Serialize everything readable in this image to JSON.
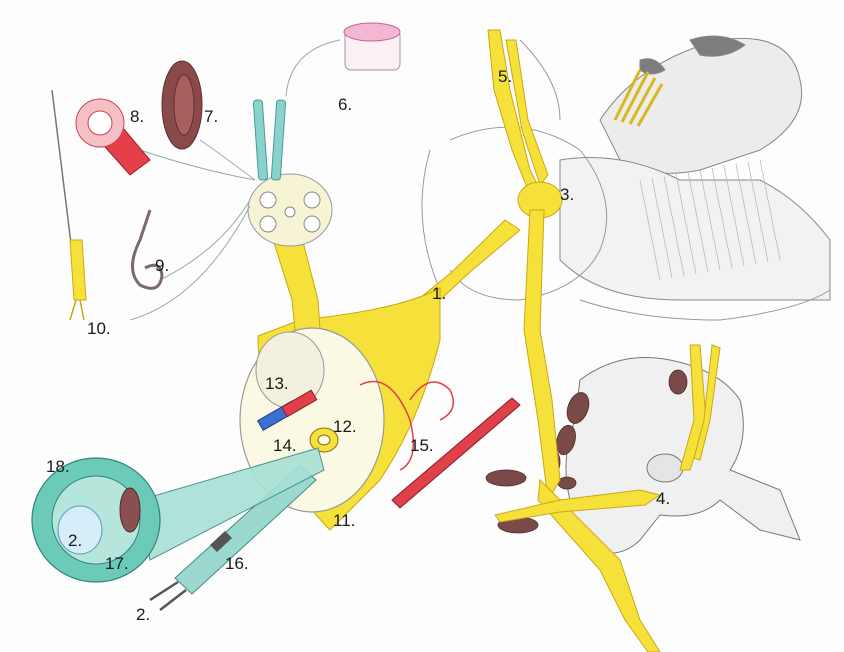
{
  "labels": {
    "l1": "1.",
    "l2a": "2.",
    "l2b": "2.",
    "l3": "3.",
    "l4": "4.",
    "l5": "5.",
    "l6": "6.",
    "l7": "7.",
    "l8": "8.",
    "l9": "9.",
    "l10": "10.",
    "l11": "11.",
    "l12": "12.",
    "l13": "13.",
    "l14": "14.",
    "l15": "15.",
    "l16": "16.",
    "l17": "17.",
    "l18": "18."
  },
  "colors": {
    "nerve_yellow": "#f6e13a",
    "nerve_outline": "#c9a814",
    "artery_red": "#e0404a",
    "vein_blue": "#3d6fd0",
    "teal": "#6ccab8",
    "lymph_brown": "#7a4a48",
    "bone_grey": "#c8c8c8",
    "pencil": "#555555"
  }
}
